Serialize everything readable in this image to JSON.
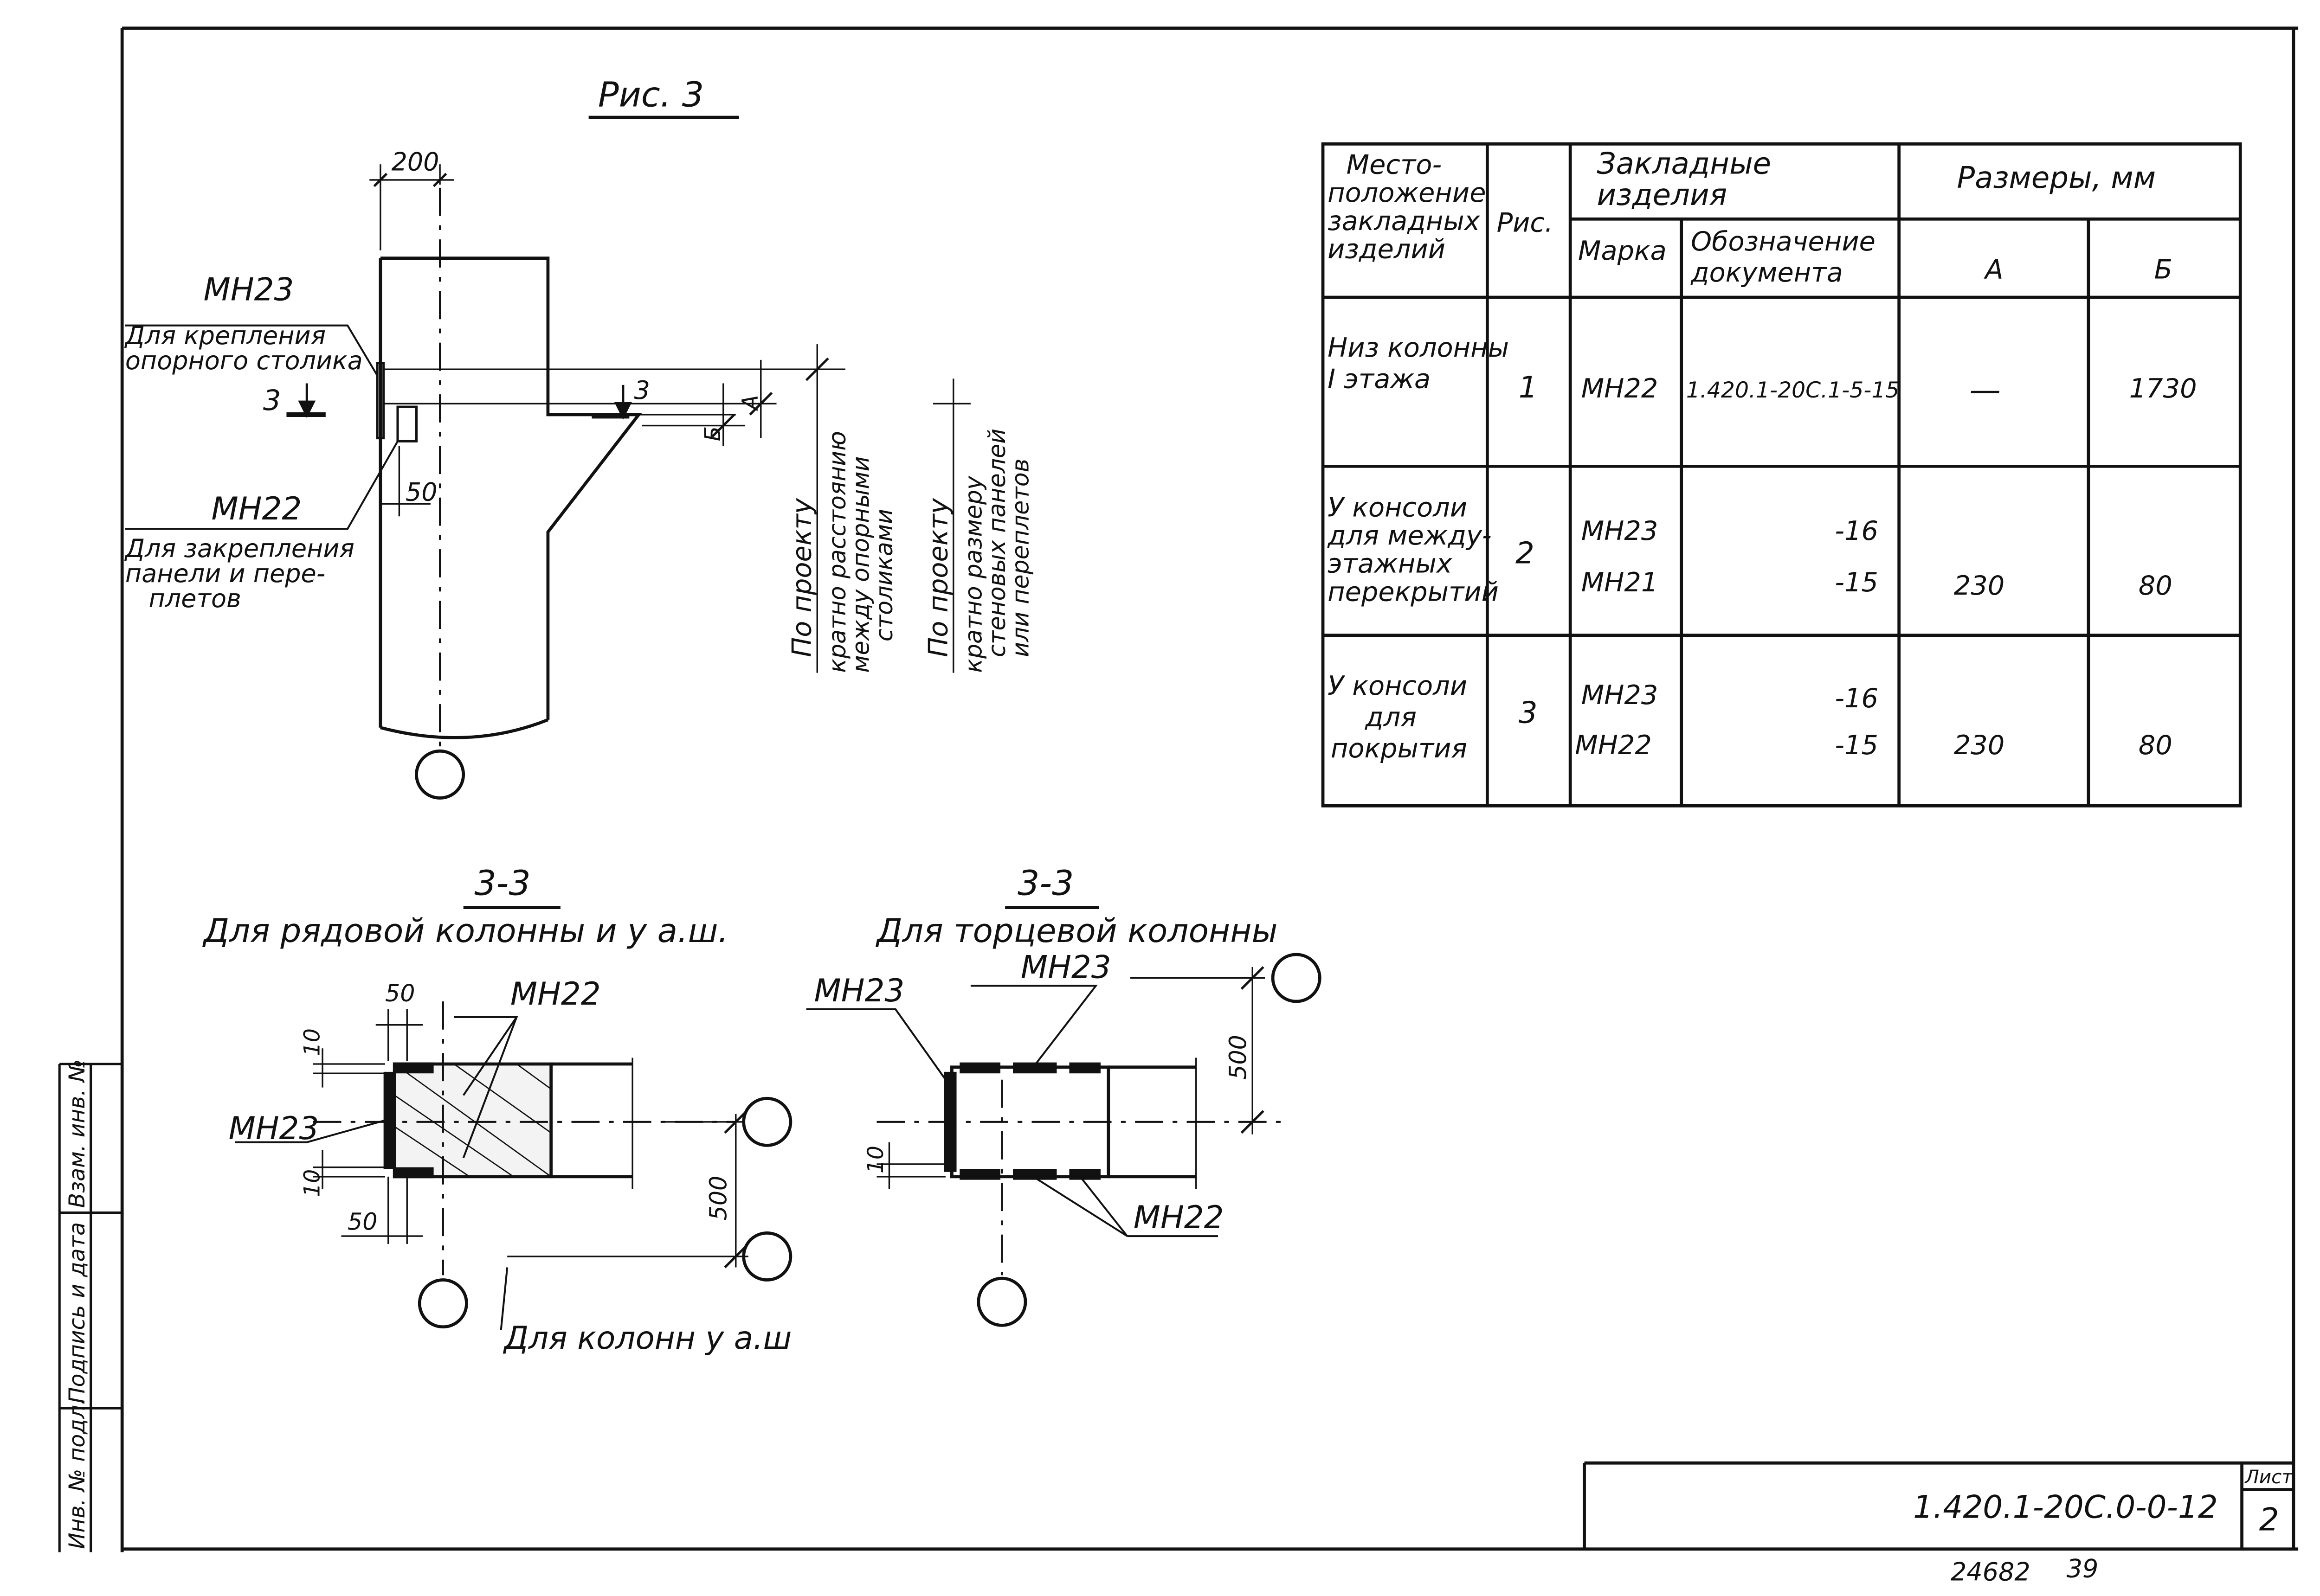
{
  "figure": {
    "title": "Рис. 3",
    "dims": {
      "d200": "200",
      "d50": "50",
      "a_label": "А",
      "b_label": "Б",
      "section_mark": "3"
    },
    "labels": {
      "mh23_code": "МН23",
      "mh23_desc_1": "Для крепления",
      "mh23_desc_2": "опорного столика",
      "mh22_code": "МН22",
      "mh22_desc_1": "Для закрепления",
      "mh22_desc_2": "панели и пере-",
      "mh22_desc_3": "плетов"
    },
    "vertical_notes": [
      [
        "По проекту",
        "кратно расстоянию",
        "между опорными",
        "столиками"
      ],
      [
        "По проекту",
        "кратно размеру",
        "стеновых панелей",
        "или переплетов"
      ]
    ]
  },
  "table": {
    "headers": {
      "location": [
        "Место-",
        "положение",
        "закладных",
        "изделий"
      ],
      "fig": "Рис.",
      "embedded": [
        "Закладные",
        "изделия"
      ],
      "mark": "Марка",
      "doc": [
        "Обозначение",
        "документа"
      ],
      "sizes": "Размеры, мм",
      "a": "А",
      "b": "Б"
    },
    "rows": [
      {
        "location": [
          "Низ колонны",
          "I этажа"
        ],
        "fig": "1",
        "marks": [
          "МН22"
        ],
        "docs": [
          "1.420.1-20С.1-5-15"
        ],
        "a": "—",
        "b": "1730"
      },
      {
        "location": [
          "У консоли",
          "для между-",
          "этажных",
          "перекрытий"
        ],
        "fig": "2",
        "marks": [
          "МН23",
          "МН21"
        ],
        "docs": [
          "-16",
          "-15"
        ],
        "a": "230",
        "b": "80"
      },
      {
        "location": [
          "У консоли",
          "для",
          "покрытия"
        ],
        "fig": "3",
        "marks": [
          "МН23",
          "МН22"
        ],
        "docs": [
          "-16",
          "-15"
        ],
        "a": "230",
        "b": "80"
      }
    ]
  },
  "section_left": {
    "title": "3-3",
    "subtitle": "Для рядовой колонны и у а.ш.",
    "mh22": "МН22",
    "mh23": "МН23",
    "d50a": "50",
    "d50b": "50",
    "d10a": "10",
    "d10b": "10",
    "d500": "500",
    "note": "Для колонн у а.ш"
  },
  "section_right": {
    "title": "3-3",
    "subtitle": "Для торцевой колонны",
    "mh23_top": "МН23",
    "mh23_left": "МН23",
    "mh22": "МН22",
    "d500": "500",
    "d10": "10"
  },
  "side_stamp": [
    "Инв. № подл.",
    "Подпись и дата",
    "Взам. инв. №"
  ],
  "title_block": {
    "code": "1.420.1-20С.0-0-12",
    "sheet_label": "Лист",
    "sheet_no": "2"
  },
  "footer": {
    "stamp": "24682",
    "page": "39"
  }
}
